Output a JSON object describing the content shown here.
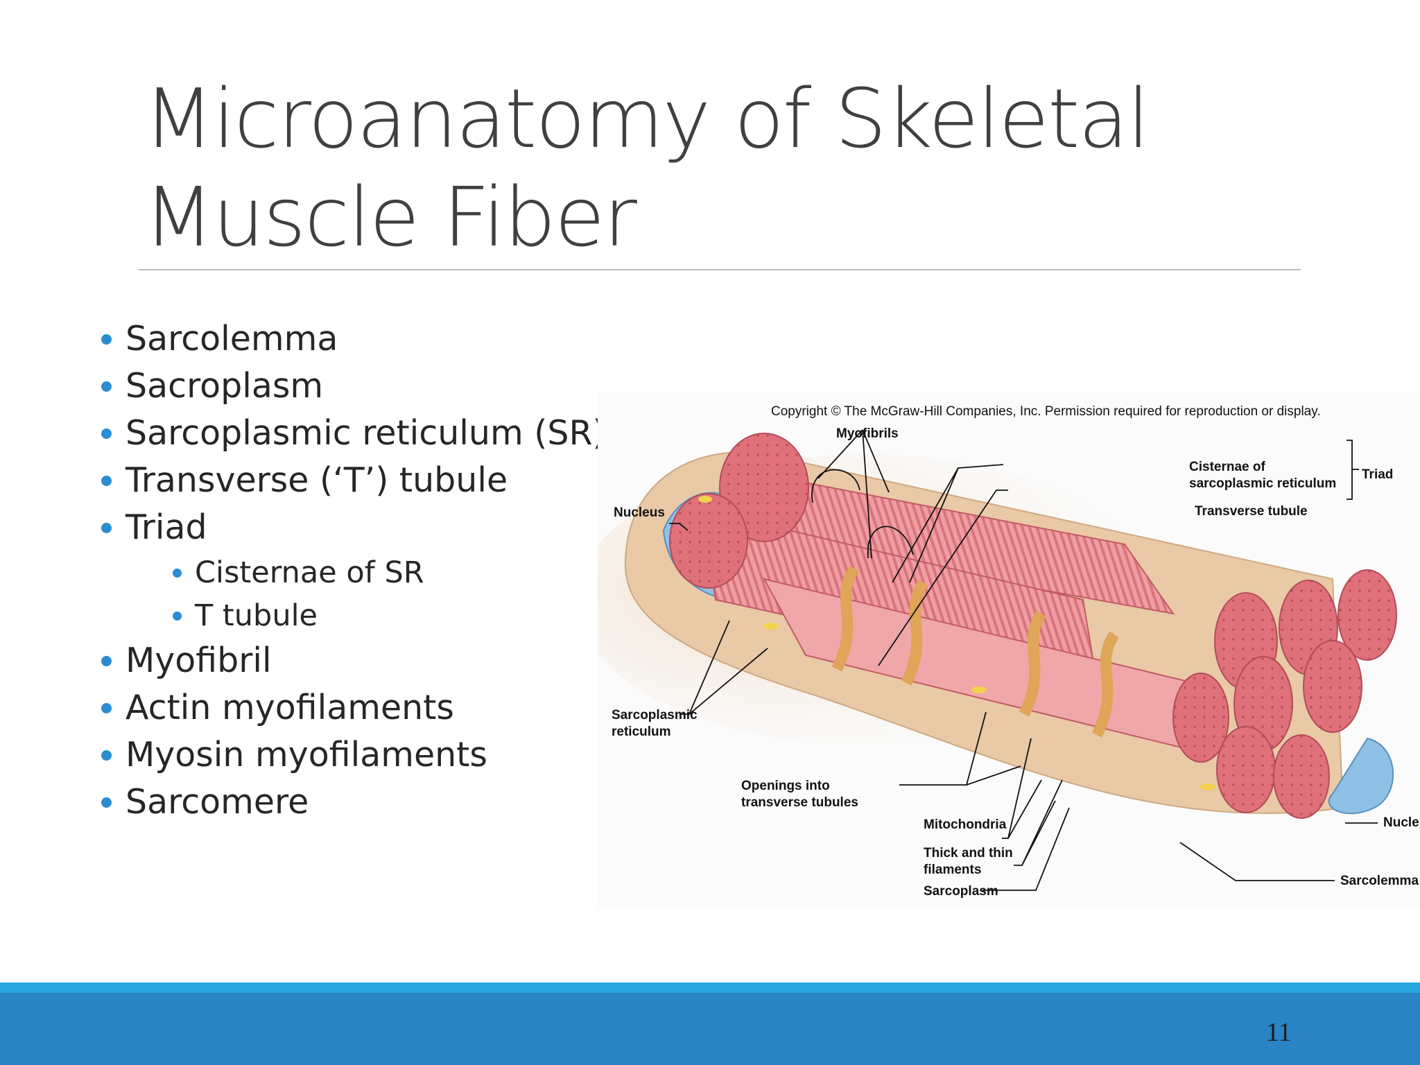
{
  "slide": {
    "title_line1": "Microanatomy of Skeletal",
    "title_line2": "Muscle Fiber",
    "page_number": "11"
  },
  "bullets": [
    {
      "text": "Sarcolemma",
      "level": 1
    },
    {
      "text": "Sacroplasm",
      "level": 1
    },
    {
      "text": "Sarcoplasmic reticulum (SR)",
      "level": 1
    },
    {
      "text": "Transverse (‘T’) tubule",
      "level": 1
    },
    {
      "text": "Triad",
      "level": 1
    },
    {
      "text": "Cisternae of SR",
      "level": 2
    },
    {
      "text": "T tubule",
      "level": 2
    },
    {
      "text": "Myofibril",
      "level": 1
    },
    {
      "text": "Actin myofilaments",
      "level": 1
    },
    {
      "text": "Myosin myofilaments",
      "level": 1
    },
    {
      "text": "Sarcomere",
      "level": 1
    }
  ],
  "figure": {
    "copyright": "Copyright © The McGraw-Hill Companies, Inc. Permission required for reproduction or display.",
    "labels": {
      "myofibrils": "Myofibrils",
      "cisternae_1": "Cisternae of",
      "cisternae_2": "sarcoplasmic reticulum",
      "triad": "Triad",
      "transverse_tubule": "Transverse tubule",
      "nucleus_left": "Nucleus",
      "sr_1": "Sarcoplasmic",
      "sr_2": "reticulum",
      "openings_1": "Openings into",
      "openings_2": "transverse tubules",
      "mitochondria": "Mitochondria",
      "filaments_1": "Thick and thin",
      "filaments_2": "filaments",
      "sarcoplasm": "Sarcoplasm",
      "nucleus_right": "Nucleus",
      "sarcolemma": "Sarcolemma"
    }
  },
  "colors": {
    "accent_blue": "#2a83c5",
    "accent_light": "#27a5de",
    "bullet": "#2b8dd0",
    "myofibril": "#e27e82",
    "sarcoplasm": "#e9c9a6",
    "nucleus": "#8fc0e6",
    "mitochondria": "#f3d34a",
    "t_tubule": "#dfa558"
  }
}
